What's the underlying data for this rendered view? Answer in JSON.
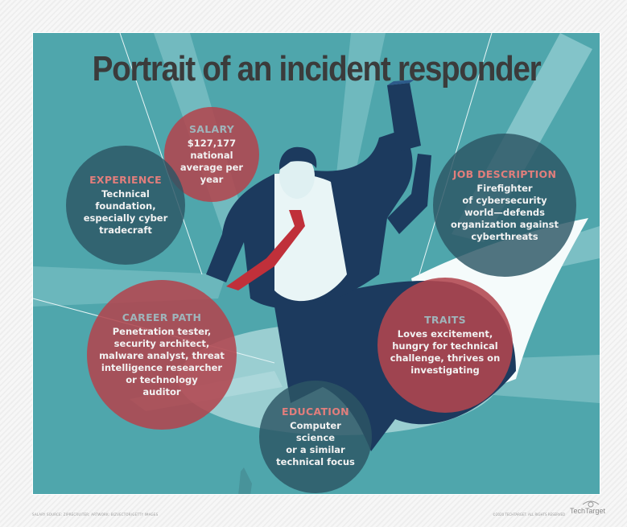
{
  "title": "Portrait of an incident responder",
  "bubbles": {
    "salary": {
      "heading": "SALARY",
      "body": "$127,177\nnational\naverage per\nyear"
    },
    "experience": {
      "heading": "EXPERIENCE",
      "body": "Technical\nfoundation,\nespecially cyber\ntradecraft"
    },
    "job_description": {
      "heading": "JOB DESCRIPTION",
      "body": "Firefighter\nof cybersecurity\nworld—defends\norganization against\ncyberthreats"
    },
    "career_path": {
      "heading": "CAREER PATH",
      "body": "Penetration tester,\nsecurity architect,\nmalware analyst, threat\nintelligence researcher\nor technology\nauditor"
    },
    "traits": {
      "heading": "TRAITS",
      "body": "Loves excitement,\nhungry for technical\nchallenge, thrives on\ninvestigating"
    },
    "education": {
      "heading": "EDUCATION",
      "body": "Computer science\nor a similar\ntechnical focus"
    }
  },
  "footer": {
    "source": "SALARY SOURCE: ZIPRECRUITER; ARTWORK: BIZVECTOR/GETTY IMAGES",
    "copyright": "©2020 TECHTARGET. ALL RIGHTS RESERVED",
    "brand": "TechTarget"
  },
  "colors": {
    "background_teal": "#4fa6ac",
    "red_bubble": "#b2464e",
    "dark_bubble": "#2c5664",
    "title": "#3b3b3b",
    "suit_navy": "#1c3a5e",
    "tie_red": "#c0303a"
  }
}
